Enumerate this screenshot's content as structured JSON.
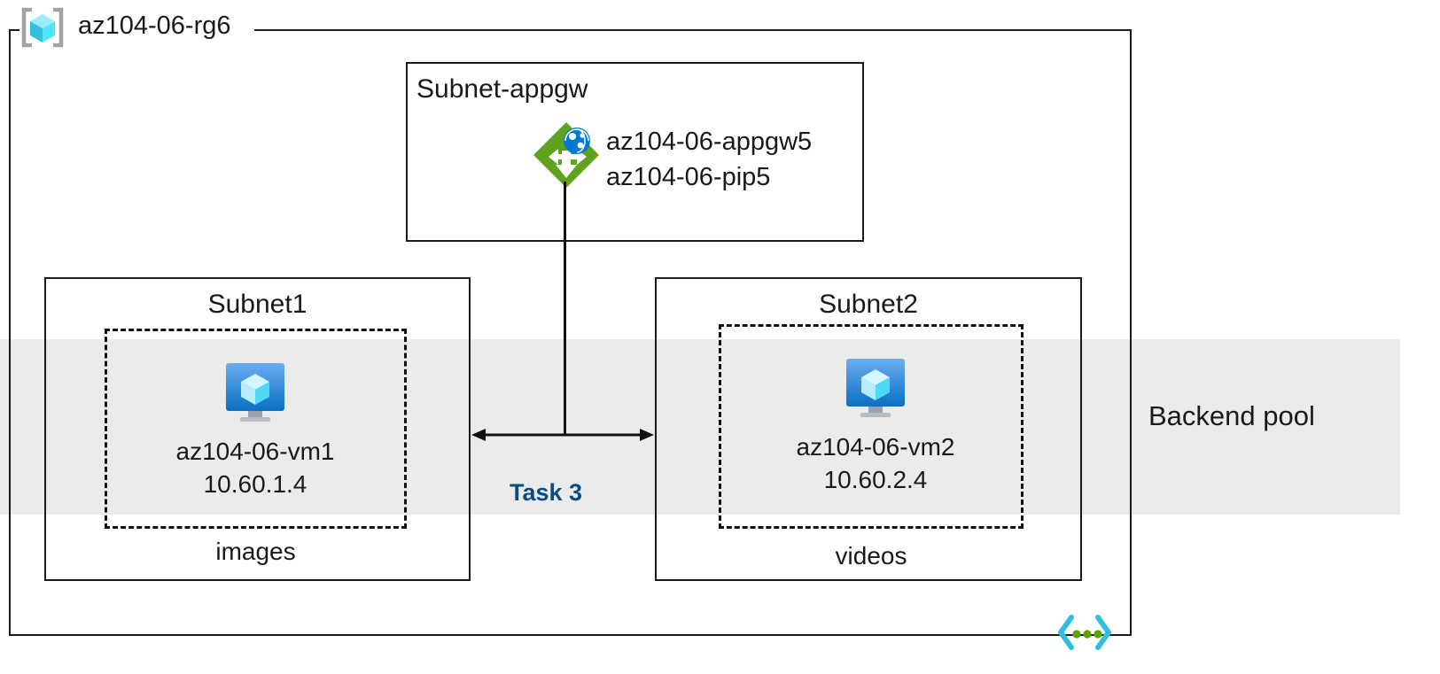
{
  "diagram": {
    "resource_group": {
      "name": "az104-06-rg6",
      "icon": "resource-group-icon"
    },
    "subnets": [
      {
        "id": "appgw",
        "title": "Subnet-appgw",
        "resources": [
          {
            "icon": "application-gateway-icon",
            "line1": "az104-06-appgw5",
            "line2": "az104-06-pip5"
          }
        ]
      },
      {
        "id": "subnet1",
        "title": "Subnet1",
        "vm": {
          "icon": "virtual-machine-icon",
          "name": "az104-06-vm1",
          "ip": "10.60.1.4"
        },
        "footer": "images"
      },
      {
        "id": "subnet2",
        "title": "Subnet2",
        "vm": {
          "icon": "virtual-machine-icon",
          "name": "az104-06-vm2",
          "ip": "10.60.2.4"
        },
        "footer": "videos"
      }
    ],
    "backend_pool": {
      "label": "Backend pool"
    },
    "annotations": [
      {
        "id": "task3",
        "label": "Task 3",
        "color": "#0e4c7e"
      }
    ],
    "decoration": {
      "icon": "code-brackets-dots-icon"
    },
    "colors": {
      "accent_task": "#0e4c7e",
      "band": "#ebebeb",
      "border": "#1a1a1a",
      "appgw_green": "#5fa21d",
      "vm_blue": "#0f7ad9",
      "rg_cyan": "#50e6ff",
      "glyph_cyan": "#32bedd",
      "glyph_green": "#57a300"
    }
  }
}
